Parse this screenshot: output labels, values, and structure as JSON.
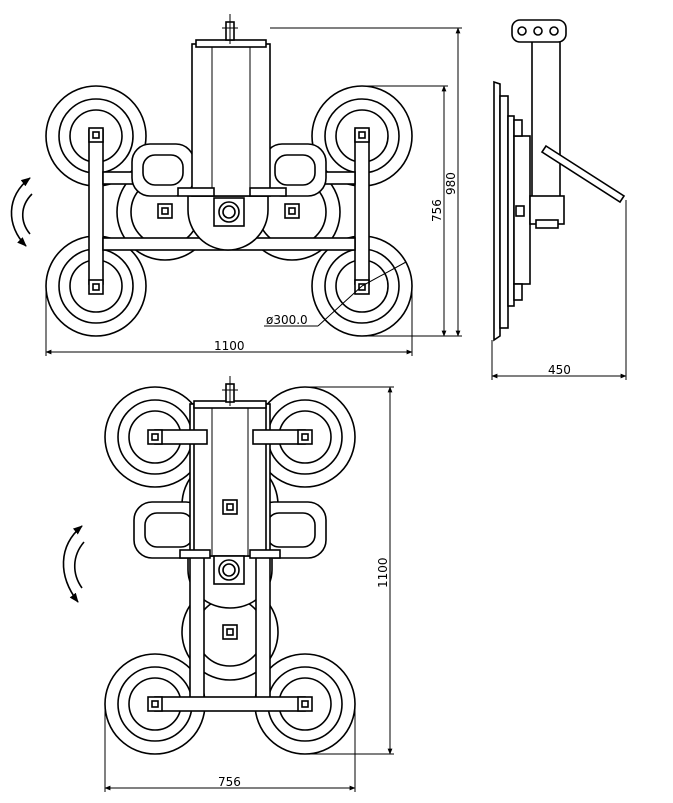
{
  "front_view": {
    "width_dim": "1100",
    "height_dim": "980",
    "pad_spacing_dim": "756",
    "pad_diameter_dim": "ø300.0"
  },
  "side_view": {
    "depth_dim": "450"
  },
  "rotated_view": {
    "height_dim": "1100",
    "width_dim": "756"
  }
}
